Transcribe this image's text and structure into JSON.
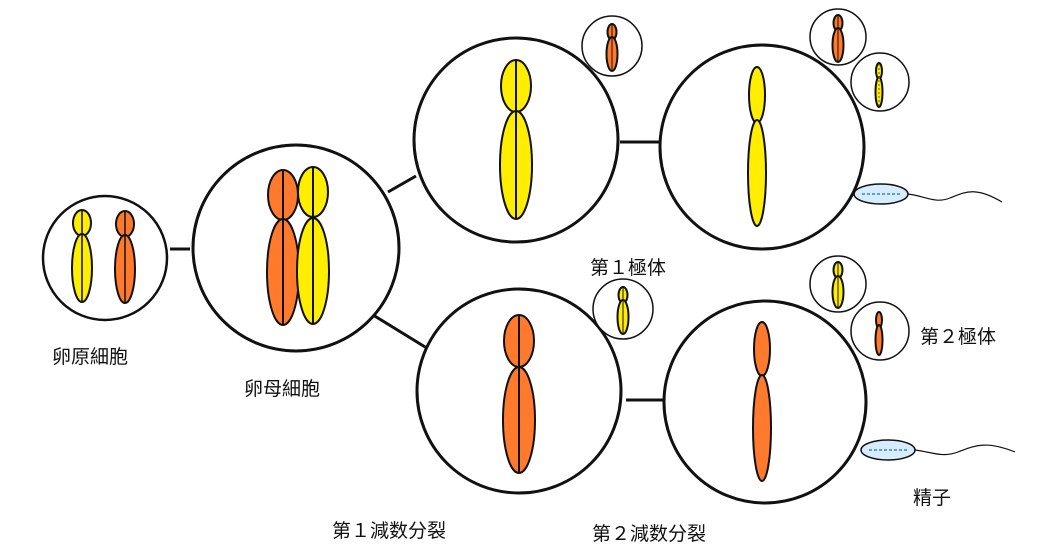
{
  "labels": {
    "oogonium": "卵原細胞",
    "oocyte": "卵母細胞",
    "polar_body_1": "第１極体",
    "polar_body_2": "第２極体",
    "sperm": "精子",
    "meiosis_1": "第１減数分裂",
    "meiosis_2": "第２減数分裂"
  },
  "colors": {
    "yellow": "#ffee00",
    "orange": "#ff7a2c",
    "outline": "#111111",
    "sperm_head": "#d8ecff",
    "sperm_dots": "#5aa0d8"
  }
}
